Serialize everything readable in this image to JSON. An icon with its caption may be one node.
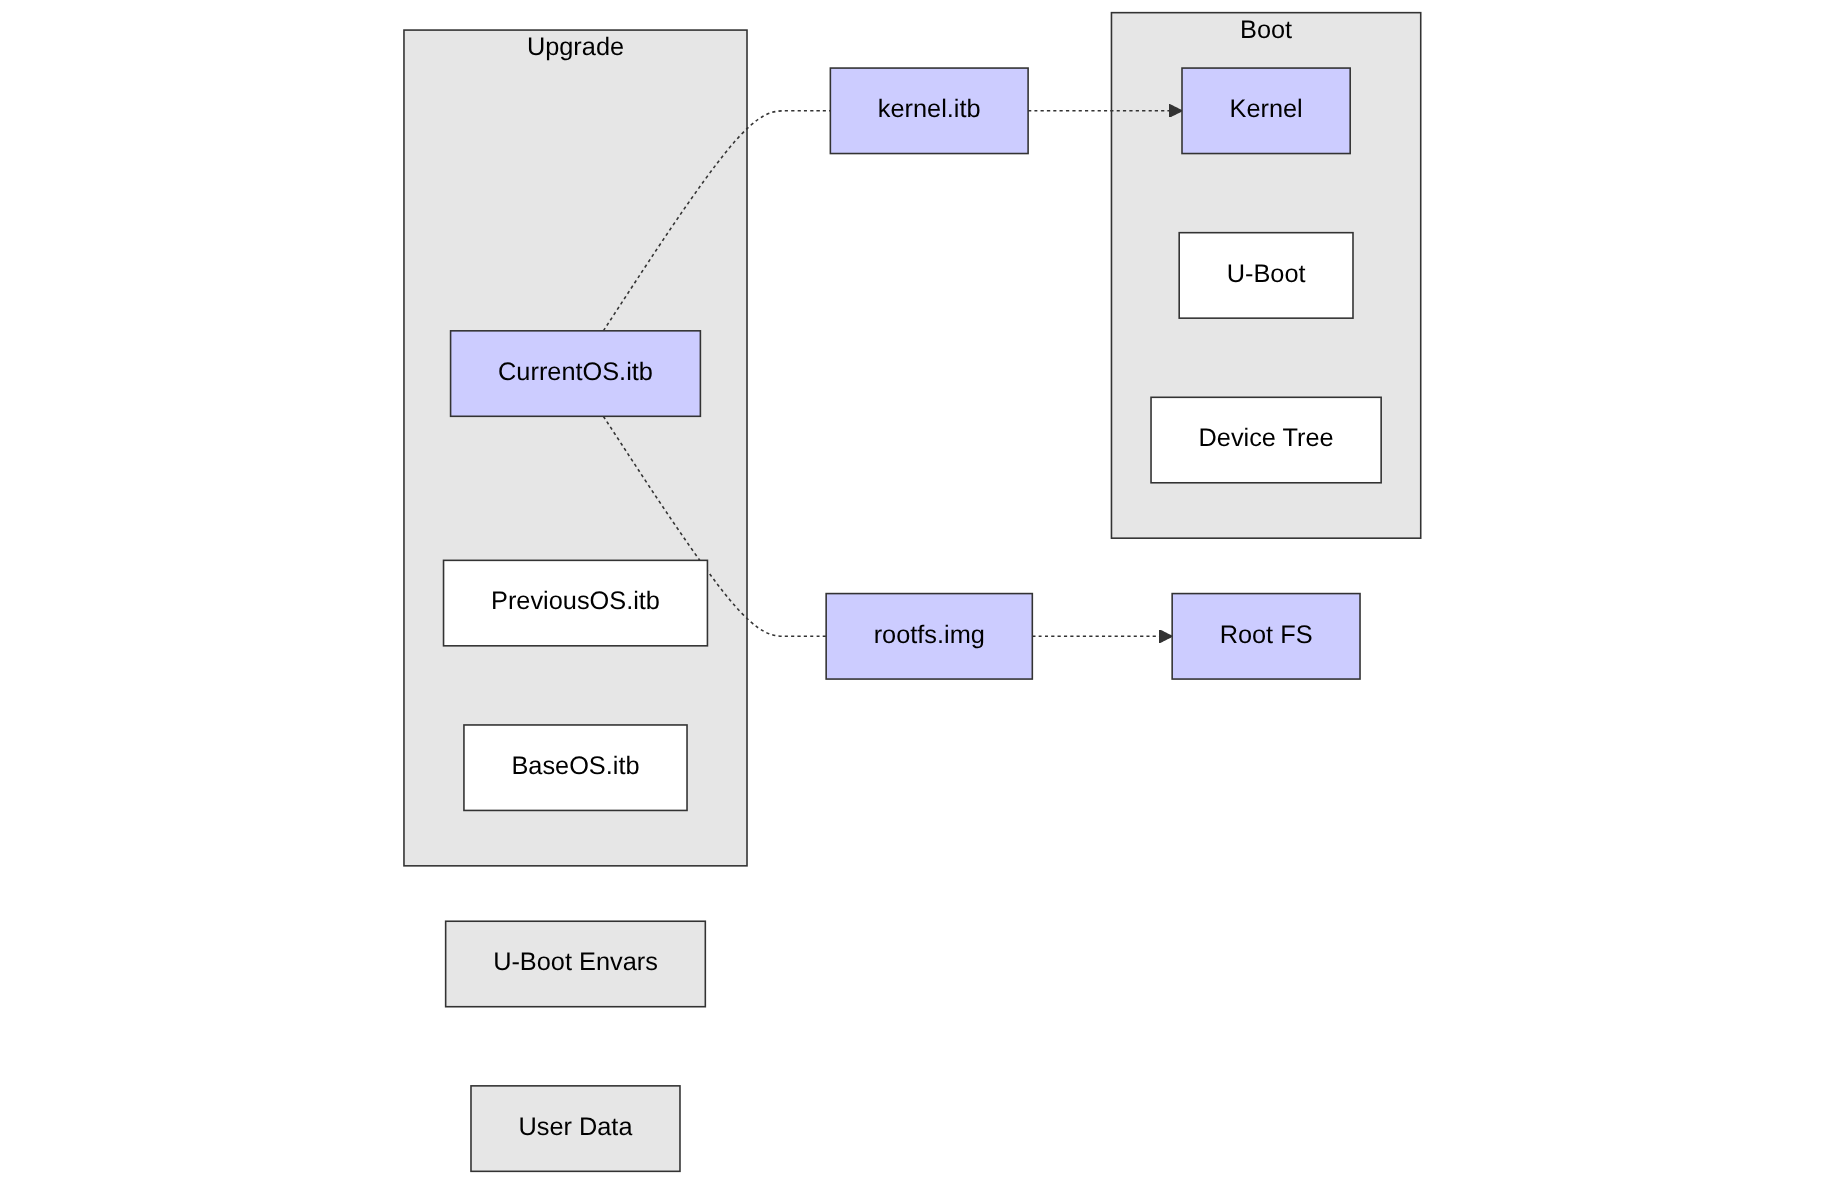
{
  "diagram": {
    "nodes": [
      {
        "text": [
          "Upgrade"
        ]
      },
      {
        "text": [
          "CurrentOS.itb"
        ],
        "in": 0
      },
      {
        "text": [
          "PreviousOS.itb"
        ],
        "in": 0
      },
      {
        "text": [
          "BaseOS.itb"
        ],
        "in": 0
      },
      {
        "text": [
          "kernel.itb"
        ]
      },
      {
        "text": [
          "rootfs.img"
        ]
      },
      {
        "text": [
          "Boot"
        ]
      },
      {
        "text": [
          "Kernel"
        ],
        "in": 6
      },
      {
        "text": [
          "U-Boot"
        ],
        "in": 6
      },
      {
        "text": [
          "Device Tree"
        ],
        "in": 6
      },
      {
        "text": [
          "U-Boot Envars"
        ]
      },
      {
        "text": [
          "Root FS"
        ]
      },
      {
        "text": [
          "User Data"
        ]
      }
    ],
    "edges": [
      {
        "from": 1,
        "to": 4,
        "arrow": "none",
        "style": "dashed"
      },
      {
        "from": 4,
        "to": 7,
        "arrow": "to",
        "style": "dashed"
      },
      {
        "from": 1,
        "to": 5,
        "arrow": "none",
        "style": "dashed"
      },
      {
        "from": 5,
        "to": 11,
        "arrow": "to",
        "style": "dashed"
      }
    ]
  }
}
